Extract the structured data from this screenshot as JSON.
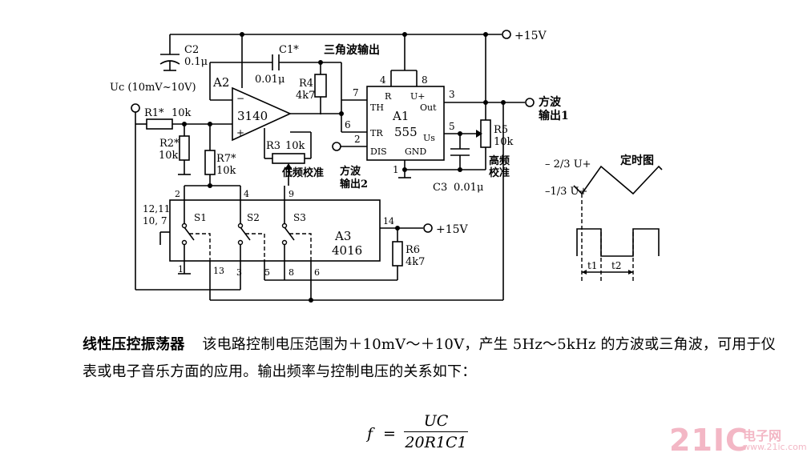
{
  "schematic": {
    "supply_top": "+15V",
    "supply_a3": "+15V",
    "input_label": "Uc (10mV~10V)",
    "triangle_output": "三角波输出",
    "square_output_1_line1": "方波",
    "square_output_1_line2": "输出1",
    "low_freq_cal": "低频校准",
    "square_output_2_line1": "方波",
    "square_output_2_line2": "输出2",
    "high_freq_cal_line1": "高频",
    "high_freq_cal_line2": "校准",
    "timing_chart_title": "定时图",
    "level_high": "2/3 U+",
    "level_low": "1/3 U+",
    "t1": "t1",
    "t2": "t2",
    "components": {
      "c2": "C2",
      "c2_val": "0.1μ",
      "c1": "C1*",
      "c1_val": "0.01μ",
      "r4": "R4",
      "r4_val": "4k7",
      "a2": "A2",
      "a2_type": "3140",
      "r1": "R1*",
      "r1_val": "10k",
      "r2": "R2*",
      "r2_val": "10k",
      "r3": "R3",
      "r3_val": "10k",
      "r7": "R7*",
      "r7_val": "10k",
      "a1": "A1",
      "a1_type": "555",
      "r5": "R5",
      "r5_val": "10k",
      "c3": "C3",
      "c3_val": "0.01μ",
      "a3": "A3",
      "a3_type": "4016",
      "r6": "R6",
      "r6_val": "4k7",
      "s1": "S1",
      "s2": "S2",
      "s3": "S3"
    },
    "ic555_pins": {
      "r": "R",
      "uplus": "U+",
      "out": "Out",
      "th": "TH",
      "tr": "TR",
      "us": "Us",
      "dis": "DIS",
      "gnd": "GND",
      "p4": "4",
      "p8": "8",
      "p3": "3",
      "p7": "7",
      "p6": "6",
      "p2": "2",
      "p5": "5",
      "p1": "1"
    },
    "ic4016_pins": {
      "p2": "2",
      "p4": "4",
      "p9": "9",
      "p14": "14",
      "p1": "1",
      "p13": "13",
      "p3": "3",
      "p5": "5",
      "p8": "8",
      "p6": "6",
      "left_pins": "12,11",
      "left_pins2": "10, 7"
    }
  },
  "caption": {
    "title": "线性压控振荡器",
    "body": "该电路控制电压范围为＋10mV～＋10V，产生 5Hz～5kHz 的方波或三角波，可用于仪表或电子音乐方面的应用。输出频率与控制电压的关系如下："
  },
  "formula": {
    "lhs": "f",
    "eq": "=",
    "numerator": "UC",
    "denominator": "20R1C1"
  },
  "watermark": {
    "number": "21IC",
    "name": "电子网",
    "url": "www.21ic.com"
  }
}
